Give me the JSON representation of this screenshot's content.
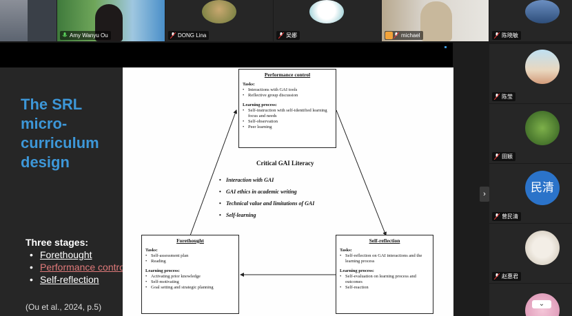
{
  "participants_top": [
    {
      "name": ""
    },
    {
      "name": "Amy Wanyu Ou"
    },
    {
      "name": "DONG Lina"
    },
    {
      "name": "吴娜"
    },
    {
      "name": "michael"
    },
    {
      "name": "陈晓敏"
    }
  ],
  "participants_right": [
    {
      "name": "陈莹"
    },
    {
      "name": "田颖"
    },
    {
      "name": "曾民清",
      "avatar_text": "民清"
    },
    {
      "name": "赵惠君"
    },
    {
      "name": ""
    }
  ],
  "slide": {
    "title": "The SRL micro-curriculum design",
    "stages_heading": "Three stages:",
    "stages": [
      "Forethought",
      "Performance control",
      "Self-reflection"
    ],
    "citation": "(Ou et al., 2024, p.5)",
    "center_title": "Critical GAI Literacy",
    "center_items": [
      "Interaction with GAI",
      "GAI ethics in academic writing",
      "Technical value and limitations of GAI",
      "Self-learning"
    ],
    "boxes": {
      "performance": {
        "title": "Performance control",
        "tasks_label": "Tasks:",
        "tasks": [
          "Interactions with GAI tools",
          "Reflective group discussion"
        ],
        "process_label": "Learning process:",
        "process": [
          "Self-instruction with self-identified learning focus and needs",
          "Self-observation",
          "Peer learning"
        ]
      },
      "forethought": {
        "title": "Forethought",
        "tasks_label": "Tasks:",
        "tasks": [
          "Self-assessment plan",
          "Reading"
        ],
        "process_label": "Learning process:",
        "process": [
          "Activating prior knowledge",
          "Self-motivating",
          "Goal setting and strategic planning"
        ]
      },
      "reflection": {
        "title": "Self-reflection",
        "tasks_label": "Tasks:",
        "tasks": [
          "Self-reflection on GAI interactions and the learning process"
        ],
        "process_label": "Learning process:",
        "process": [
          "Self-evaluation on learning process and outcomes",
          "Self-reaction"
        ]
      }
    }
  },
  "controls": {
    "expand": "›",
    "scroll_down": "⌄"
  },
  "colors": {
    "title_blue": "#3d97d8",
    "highlight": "#e07a7a"
  }
}
